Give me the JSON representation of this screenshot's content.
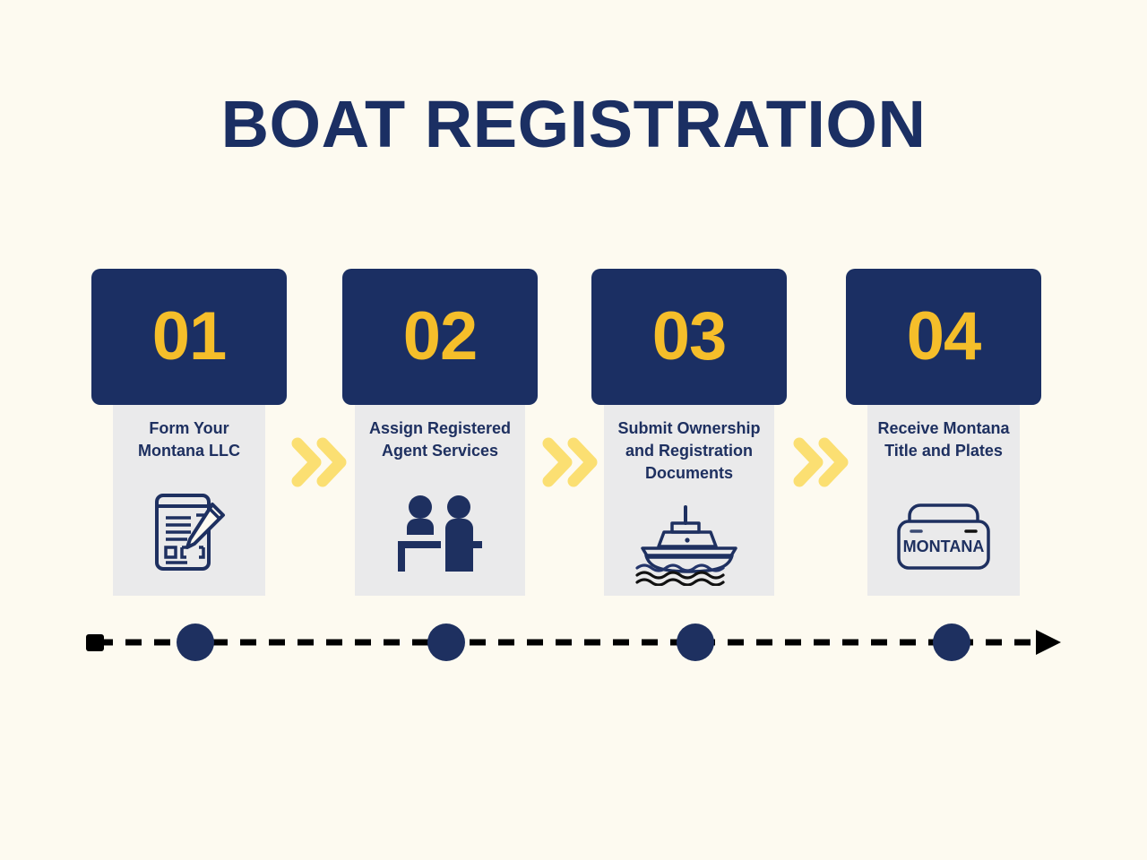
{
  "colors": {
    "background": "#fdfaf0",
    "navy": "#1b2f63",
    "gold": "#f5be2a",
    "chevron_yellow": "#fbdf72",
    "card_body": "#eaeaeb",
    "label_navy": "#1e3060",
    "timeline_line": "#000000"
  },
  "header": {
    "title": "BOAT REGISTRATION"
  },
  "steps": [
    {
      "number": "01",
      "label": "Form Your Montana LLC",
      "icon": "document-pencil-icon"
    },
    {
      "number": "02",
      "label": "Assign Registered Agent Services",
      "icon": "people-desk-icon"
    },
    {
      "number": "03",
      "label": "Submit Ownership and Registration Documents",
      "icon": "boat-icon"
    },
    {
      "number": "04",
      "label": "Receive Montana Title and Plates",
      "icon": "license-plate-icon",
      "plate_text": "MONTANA"
    }
  ],
  "connectors": [
    {
      "icon": "double-chevron-right-icon"
    },
    {
      "icon": "double-chevron-right-icon"
    },
    {
      "icon": "double-chevron-right-icon"
    }
  ],
  "timeline": {
    "start_marker": "square-marker",
    "end_marker": "arrow-right-marker",
    "dots": 4,
    "line_style": "dashed"
  }
}
